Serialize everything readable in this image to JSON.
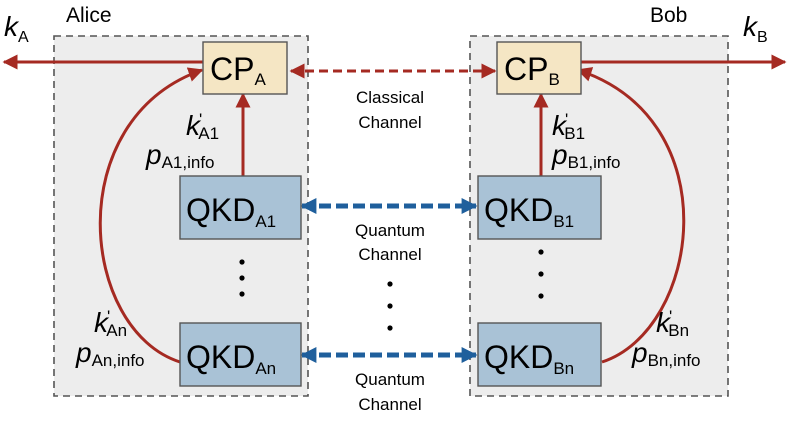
{
  "colors": {
    "panel_fill": "#ededed",
    "panel_border": "#555555",
    "cp_fill": "#f5e6c4",
    "qkd_fill": "#a9c2d6",
    "box_border": "#555555",
    "classical_arrow": "#a52a22",
    "quantum_arrow": "#1f5f9c"
  },
  "parties": {
    "alice": "Alice",
    "bob": "Bob"
  },
  "keys": {
    "k_main": "k",
    "sub_a": "A",
    "sub_b": "B"
  },
  "boxes": {
    "cp_main": "CP",
    "cp_a_sub": "A",
    "cp_b_sub": "B",
    "qkd_main": "QKD",
    "qkd_a1_sub": "A1",
    "qkd_an_sub": "An",
    "qkd_b1_sub": "B1",
    "qkd_bn_sub": "Bn"
  },
  "labels": {
    "k_sym": "k",
    "prime": "'",
    "p_sym": "p",
    "ka1_sub": "A1",
    "pa1_sub": "A1,info",
    "kb1_sub": "B1",
    "pb1_sub": "B1,info",
    "kan_sub": "An",
    "pan_sub": "An,info",
    "kbn_sub": "Bn",
    "pbn_sub": "Bn,info"
  },
  "channels": {
    "classical_line1": "Classical",
    "classical_line2": "Channel",
    "quantum1_line1": "Quantum",
    "quantum1_line2": "Channel",
    "quantum2_line1": "Quantum",
    "quantum2_line2": "Channel"
  },
  "ellipsis": "·"
}
